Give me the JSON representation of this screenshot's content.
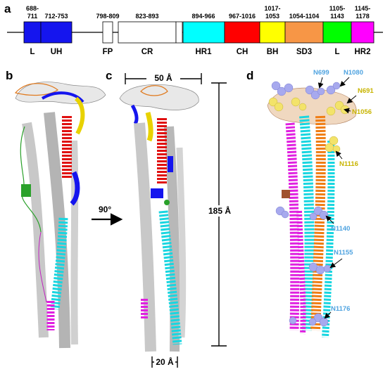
{
  "panels": [
    "a",
    "b",
    "c",
    "d"
  ],
  "domain_bar": {
    "segments": [
      {
        "range_lines": [
          "688-",
          "711"
        ],
        "name": "L",
        "color": "#1515ee"
      },
      {
        "range_lines": [
          "712-753"
        ],
        "name": "UH",
        "color": "#1515ee"
      },
      {
        "range_lines": [
          "798-809"
        ],
        "name": "FP",
        "color": "#ffffff"
      },
      {
        "range_lines": [
          "823-893"
        ],
        "name": "CR",
        "color": "#ffffff"
      },
      {
        "range_lines": [
          "894-966"
        ],
        "name": "HR1",
        "color": "#00ffff"
      },
      {
        "range_lines": [
          "967-1016"
        ],
        "name": "CH",
        "color": "#ff0000"
      },
      {
        "range_lines": [
          "1017-",
          "1053"
        ],
        "name": "BH",
        "color": "#ffff00"
      },
      {
        "range_lines": [
          "1054-1104"
        ],
        "name": "SD3",
        "color": "#f79646"
      },
      {
        "range_lines": [
          "1105-",
          "1143"
        ],
        "name": "L",
        "color": "#00ff00"
      },
      {
        "range_lines": [
          "1145-",
          "1178"
        ],
        "name": "HR2",
        "color": "#ff00ff"
      }
    ]
  },
  "rotation_label": "90°",
  "measurements": {
    "width_top": "50 Å",
    "height": "185 Å",
    "width_bottom": "20 Å"
  },
  "glycans": [
    {
      "label": "N699",
      "color": "#4fa3e0"
    },
    {
      "label": "N1080",
      "color": "#4fa3e0"
    },
    {
      "label": "N691",
      "color": "#c8b400"
    },
    {
      "label": "N1056",
      "color": "#c8b400"
    },
    {
      "label": "N1116",
      "color": "#c8b400"
    },
    {
      "label": "N1140",
      "color": "#4fa3e0"
    },
    {
      "label": "N1155",
      "color": "#4fa3e0"
    },
    {
      "label": "N1176",
      "color": "#4fa3e0"
    }
  ]
}
